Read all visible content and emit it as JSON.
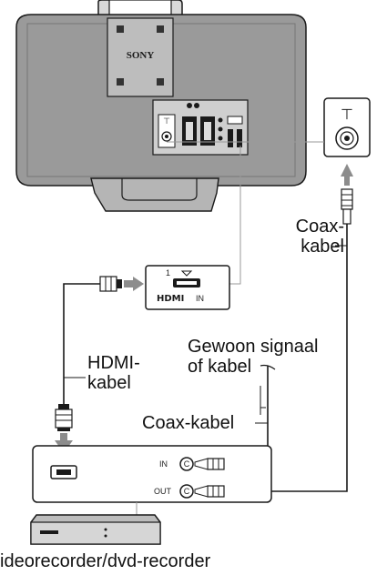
{
  "tv": {
    "brand": "SONY"
  },
  "hdmi_port": {
    "number": "1",
    "logo": "HDMI",
    "in_label": "IN"
  },
  "labels": {
    "coax_top_line1": "Coax-",
    "coax_top_line2": "kabel",
    "hdmi_cable_line1": "HDMI-",
    "hdmi_cable_line2": "kabel",
    "signal_line1": "Gewoon signaal",
    "signal_line2": "of kabel",
    "coax_bottom": "Coax-kabel",
    "recorder": "ideorecorder/dvd-recorder"
  },
  "recorder_ports": {
    "in": "IN",
    "out": "OUT"
  },
  "colors": {
    "tv_body": "#9a9a9a",
    "tv_dark": "#6e6e6e",
    "arrow": "#8c8c8c",
    "outline": "#1a1a1a"
  }
}
